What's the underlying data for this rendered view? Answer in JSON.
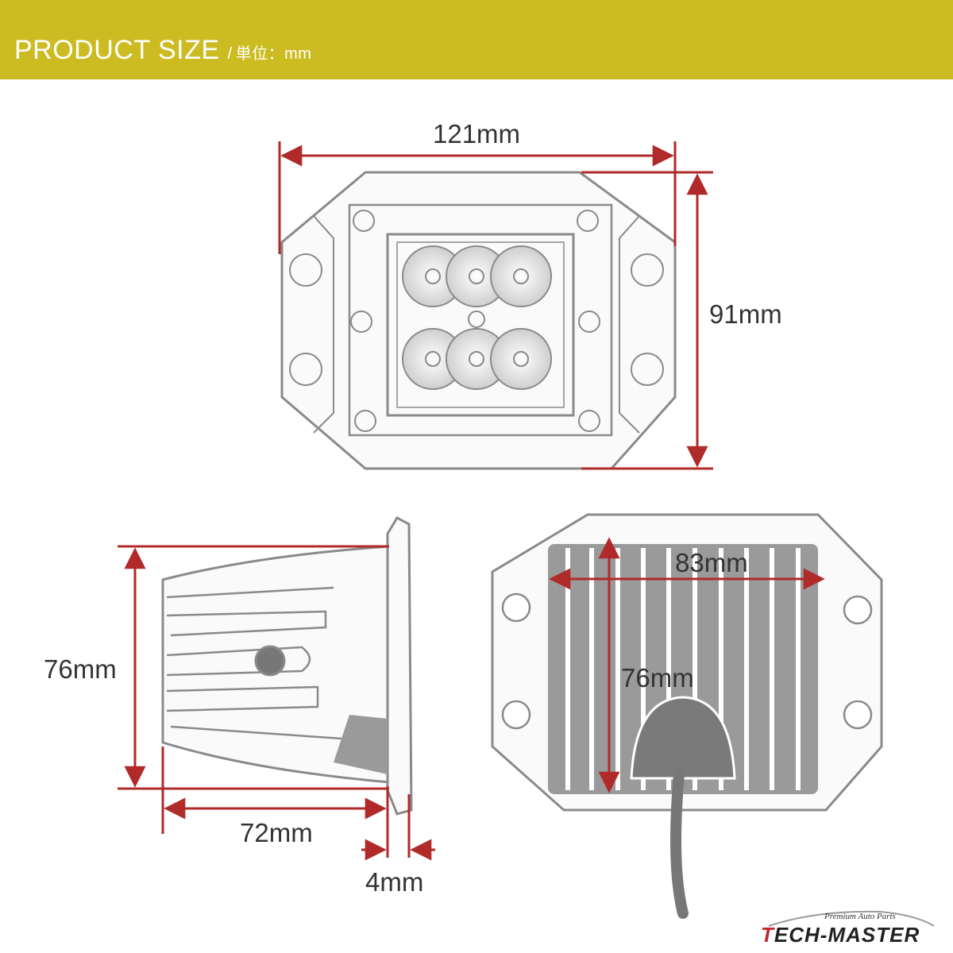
{
  "header": {
    "title": "PRODUCT SIZE",
    "separator": "/",
    "unit_label": "単位：mm"
  },
  "dimensions": {
    "front_width": "121mm",
    "front_height": "91mm",
    "side_height": "76mm",
    "side_depth": "72mm",
    "flange_thickness": "4mm",
    "back_width": "83mm",
    "back_height": "76mm"
  },
  "logo": {
    "tagline": "Premium Auto Parts",
    "brand_first": "T",
    "brand_rest": "ECH-MASTER"
  },
  "colors": {
    "header_bg": "#ccbc22",
    "dimension_line": "#b02a2a",
    "outline": "#8a8a8a",
    "fill_dark": "#9a9a9a"
  }
}
